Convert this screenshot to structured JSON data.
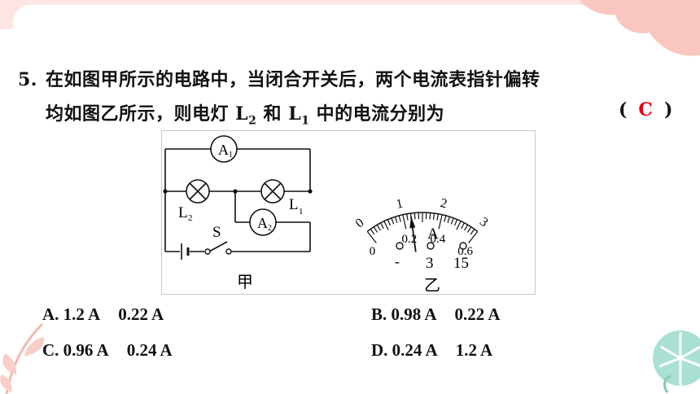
{
  "question": {
    "number": "5.",
    "line1": "在如图甲所示的电路中，当闭合开关后，两个电流表指针偏转",
    "line2_a": "均如图乙所示，则电灯 L",
    "line2_sub1": "2",
    "line2_b": " 和 L",
    "line2_sub2": "1",
    "line2_c": " 中的电流分别为",
    "paren_open": "(",
    "answer": "C",
    "paren_close": ")"
  },
  "figure_jia": {
    "caption": "甲",
    "ammeter1": "A",
    "ammeter1_sub": "1",
    "ammeter2": "A",
    "ammeter2_sub": "2",
    "lamp2": "L",
    "lamp2_sub": "2",
    "lamp1": "L",
    "lamp1_sub": "1",
    "switch": "S"
  },
  "figure_yi": {
    "caption": "乙",
    "outer_scale": [
      "0",
      "1",
      "2",
      "3"
    ],
    "inner_scale": [
      "0",
      "0.2",
      "0.4",
      "0.6"
    ],
    "unit": "A",
    "terminals": [
      "-",
      "3",
      "15"
    ],
    "needle_reading_small": 0.24
  },
  "options": [
    {
      "label": "A.",
      "v1": "1.2 A",
      "v2": "0.22 A"
    },
    {
      "label": "B.",
      "v1": "0.98 A",
      "v2": "0.22 A"
    },
    {
      "label": "C.",
      "v1": "0.96 A",
      "v2": "0.24 A"
    },
    {
      "label": "D.",
      "v1": "0.24 A",
      "v2": "1.2 A"
    }
  ],
  "colors": {
    "accent": "#e60012",
    "band": "#fde6e3",
    "leaf": "#9ed9c8"
  }
}
